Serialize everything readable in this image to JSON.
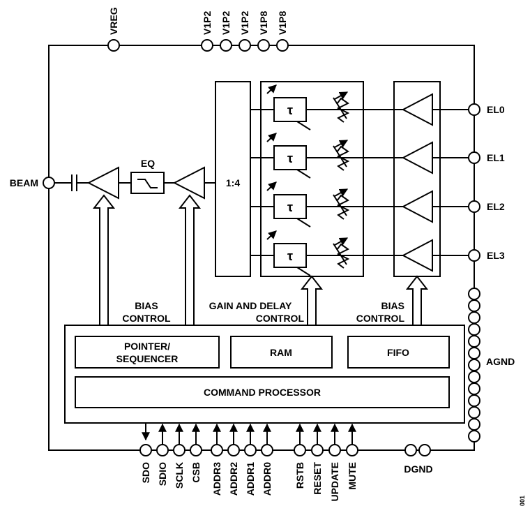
{
  "diagram": {
    "top_pins": {
      "vreg": "VREG",
      "v1": "V1P2",
      "v2": "V1P2",
      "v3": "V1P2",
      "v4": "V1P8",
      "v5": "V1P8"
    },
    "left_pin": "BEAM",
    "right_pins": [
      "EL0",
      "EL1",
      "EL2",
      "EL3"
    ],
    "agnd": "AGND",
    "bottom_pins": [
      "SDO",
      "SDIO",
      "SCLK",
      "CSB",
      "ADDR3",
      "ADDR2",
      "ADDR1",
      "ADDR0",
      "RSTB",
      "RESET",
      "UPDATE",
      "MUTE"
    ],
    "dgnd": "DGND",
    "blocks": {
      "eq": "EQ",
      "splitter": "1:4",
      "delay_symbol": "τ",
      "pointer_line1": "POINTER/",
      "pointer_line2": "SEQUENCER",
      "ram": "RAM",
      "fifo": "FIFO",
      "command": "COMMAND PROCESSOR"
    },
    "control_labels": {
      "bias1_line1": "BIAS",
      "bias1_line2": "CONTROL",
      "gain_line1": "GAIN AND DELAY",
      "gain_line2": "CONTROL",
      "bias2_line1": "BIAS",
      "bias2_line2": "CONTROL"
    },
    "figure_id": "001"
  }
}
